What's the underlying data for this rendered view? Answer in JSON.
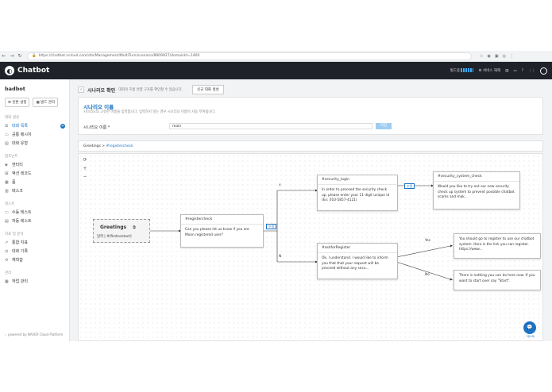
{
  "browser": {
    "url": "https://chatbot.ncloud.com/dm/Management/MultiTurn/scenario/8909927/domainId=1460",
    "back": "←",
    "forward": "→",
    "reload": "↻"
  },
  "app": {
    "brand": "Chatbot",
    "build_label": "빌드중",
    "service_label": "서비스 해제"
  },
  "sidebar": {
    "bot_name": "badbot",
    "btn_settings": "빈톤 설정",
    "btn_build": "빌드 관리",
    "sections": [
      {
        "title": "대화 생성",
        "items": [
          "대화 목록",
          "공통 메시지",
          "대화 유형"
        ]
      },
      {
        "title": "컴포넌트",
        "items": [
          "엔티티",
          "액션 레코드",
          "폼",
          "태스크"
        ]
      },
      {
        "title": "테스트",
        "items": [
          "수동 테스트",
          "자동 테스트"
        ]
      },
      {
        "title": "지표 및 분석",
        "items": [
          "통합 지표",
          "대화 기록",
          "재학습"
        ]
      },
      {
        "title": "관리",
        "items": [
          "작업 관리"
        ]
      }
    ],
    "footer": "powered by NAVER Cloud Platform"
  },
  "header": {
    "title": "시나리오 확인",
    "description": "대화의 흐름 연결 구조를 확인할 수 있습니다.",
    "test_button": "신규 대화 생성"
  },
  "scenario": {
    "section_title": "시나리오 이름",
    "section_desc": "시나리오의 고유한 이름을 입력합니다. 입력하지 않는 경우 시나리오 이름이 자동 부여됩니다.",
    "name_label": "시나리오 이름 *",
    "name_value": "main",
    "save_button": "저장"
  },
  "breadcrumb": {
    "root": "Greetings",
    "sep": ">",
    "current": "#registercheck"
  },
  "flow": {
    "greeting_title": "Greetings",
    "greeting_sub": "입력 | #[firstcontact]",
    "registercheck_title": "#registercheck",
    "registercheck_body": "Can you please let us know if you are Moon registered user?",
    "security_login_title": "#security_login",
    "security_login_body": "In order to proceed the security check up, please enter your 11 digit unique id (Ex: 010-5857-4121)",
    "security_check_title": "#security_system_check",
    "security_check_body": "Would you like to try out our new security check up system to prevent possible chatbot scams and mak...",
    "askfor_title": "#askforRegister",
    "askfor_body": "Ok, I understand. I would like to inform you that that your request will be proceed without any secu...",
    "yes_resp": "You should go to register to use our chatbot system. Here is the link you can register. https://www...",
    "no_resp": "There is nothing you can do here now. If you want to start over say \"Start\".",
    "lbl_y": "Y",
    "lbl_n": "N",
    "lbl_yes": "Yes",
    "lbl_no": "No",
    "edit1": "수정",
    "edit2": "수정"
  },
  "chat_widget": {
    "label": "테스트"
  }
}
